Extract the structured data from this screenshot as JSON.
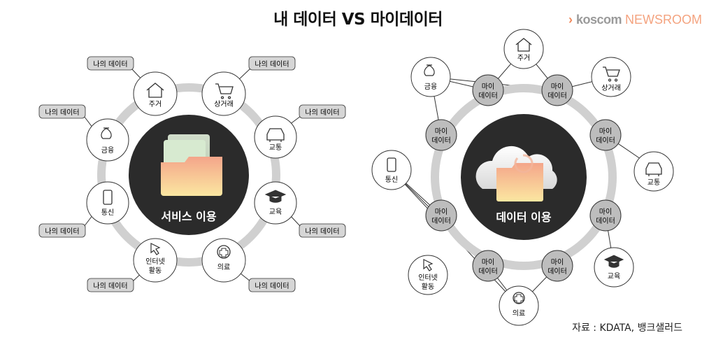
{
  "header": {
    "title": "내 데이터 VS 마이데이터",
    "brand_prefix": "›",
    "brand_name": "koscom",
    "brand_suffix": "NEWSROOM"
  },
  "left_diagram": {
    "center_label": "서비스 이용",
    "nodes": {
      "housing": {
        "icon": "house-icon",
        "label": "주거"
      },
      "commerce": {
        "icon": "shopping-cart-icon",
        "label": "상거래"
      },
      "finance": {
        "icon": "money-bag-icon",
        "label": "금융"
      },
      "transport": {
        "icon": "car-icon",
        "label": "교통"
      },
      "telecom": {
        "icon": "phone-icon",
        "label": "통신"
      },
      "education": {
        "icon": "graduation-cap-icon",
        "label": "교육"
      },
      "internet": {
        "icon": "cursor-icon",
        "label1": "인터넷",
        "label2": "활동"
      },
      "medical": {
        "icon": "medical-cross-icon",
        "label": "의료"
      }
    },
    "tag_label": "나의 데이터"
  },
  "right_diagram": {
    "center_label": "데이터 이용",
    "hub_line1": "마이",
    "hub_line2": "데이터",
    "nodes": {
      "housing": {
        "icon": "house-icon",
        "label": "주거"
      },
      "finance": {
        "icon": "money-bag-icon",
        "label": "금융"
      },
      "commerce": {
        "icon": "shopping-cart-icon",
        "label": "상거래"
      },
      "transport": {
        "icon": "car-icon",
        "label": "교통"
      },
      "telecom": {
        "icon": "phone-icon",
        "label": "통신"
      },
      "education": {
        "icon": "graduation-cap-icon",
        "label": "교육"
      },
      "internet": {
        "icon": "cursor-icon",
        "label1": "인터넷",
        "label2": "활동"
      },
      "medical": {
        "icon": "medical-cross-icon",
        "label": "의료"
      }
    }
  },
  "footer": {
    "source": "자료 : KDATA, 뱅크샐러드"
  },
  "colors": {
    "ring": "#d0d0d0",
    "center": "#2b2b2b",
    "tag_fill": "#d6d6d6",
    "hub_fill": "#bdbdbd",
    "folder_top": "#f4a58a",
    "folder_bottom": "#fbe7a1"
  }
}
